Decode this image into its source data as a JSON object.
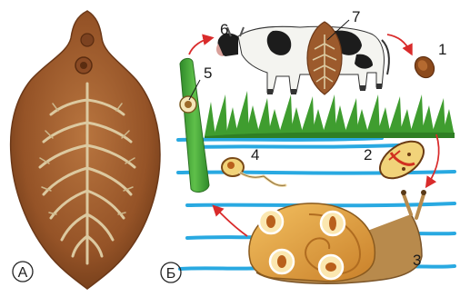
{
  "panels": {
    "a": {
      "label": "А"
    },
    "b": {
      "label": "Б"
    }
  },
  "stages": [
    {
      "number": "1",
      "name": "egg"
    },
    {
      "number": "2",
      "name": "miracidium-in-egg"
    },
    {
      "number": "3",
      "name": "snail-intermediate-host"
    },
    {
      "number": "4",
      "name": "cercaria"
    },
    {
      "number": "5",
      "name": "adolescaria-on-grass"
    },
    {
      "number": "6",
      "name": "cow-definitive-host"
    },
    {
      "number": "7",
      "name": "adult-fluke-in-liver"
    }
  ],
  "colors": {
    "fluke_body": "#9c5a2c",
    "fluke_edge": "#7a4220",
    "branches": "#d9c7a0",
    "water": "#29a9e1",
    "grass": "#3f9d2f",
    "arrow": "#d92b2b",
    "snail_shell": "#e0a13b",
    "cow_black": "#1c1c1c"
  },
  "icons": [
    "cow",
    "snail",
    "grass-blade",
    "egg",
    "cercaria",
    "fluke"
  ]
}
